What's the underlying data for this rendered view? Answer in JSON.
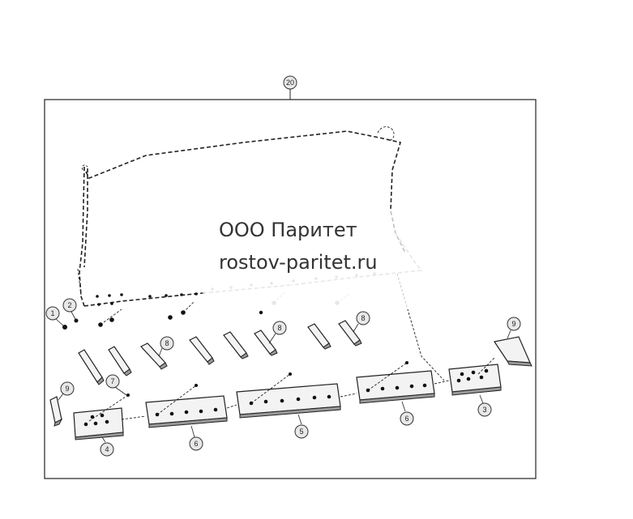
{
  "watermark": {
    "company": "ООО Паритет",
    "website": "rostov-paritet.ru"
  },
  "callouts": {
    "c20": "20",
    "c1": "1",
    "c2": "2",
    "c3": "3",
    "c4": "4",
    "c5": "5",
    "c6a": "6",
    "c6b": "6",
    "c7": "7",
    "c8a": "8",
    "c8b": "8",
    "c8c": "8",
    "c9a": "9",
    "c9b": "9"
  }
}
